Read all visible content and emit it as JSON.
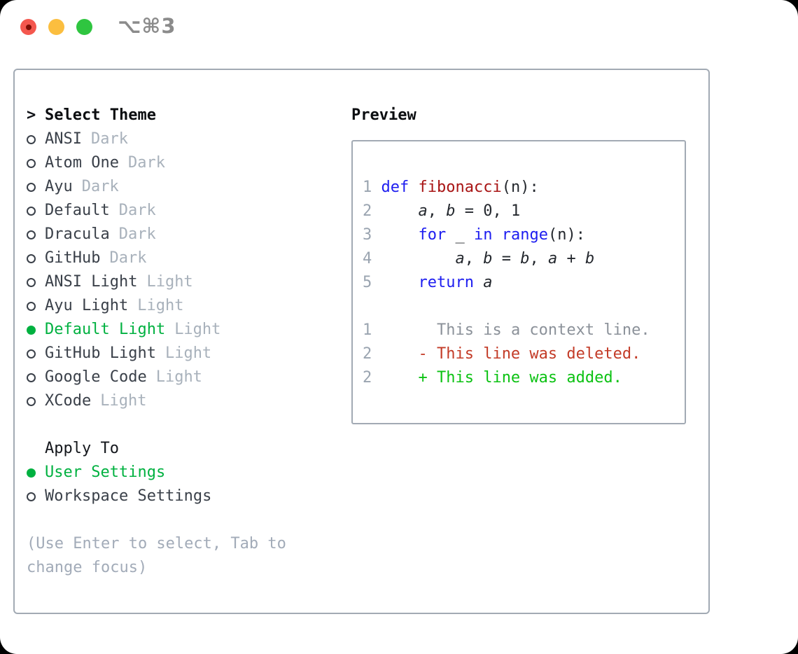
{
  "window": {
    "title": "⌥⌘3"
  },
  "colors": {
    "selection_green": "#00b140",
    "added_green": "#0cc213",
    "deleted_red": "#c33b27",
    "keyword_blue": "#1d1df0",
    "function_red": "#a81414",
    "dim_gray": "#a8b1bb",
    "traffic_red": "#f4574e",
    "traffic_yellow": "#fbbe3f",
    "traffic_green": "#2fc540"
  },
  "left": {
    "header": {
      "prefix": ">",
      "label": "Select Theme"
    },
    "themes": [
      {
        "name": "ANSI",
        "variant": "Dark",
        "selected": false
      },
      {
        "name": "Atom One",
        "variant": "Dark",
        "selected": false
      },
      {
        "name": "Ayu",
        "variant": "Dark",
        "selected": false
      },
      {
        "name": "Default",
        "variant": "Dark",
        "selected": false
      },
      {
        "name": "Dracula",
        "variant": "Dark",
        "selected": false
      },
      {
        "name": "GitHub",
        "variant": "Dark",
        "selected": false
      },
      {
        "name": "ANSI Light",
        "variant": "Light",
        "selected": false
      },
      {
        "name": "Ayu Light",
        "variant": "Light",
        "selected": false
      },
      {
        "name": "Default Light",
        "variant": "Light",
        "selected": true
      },
      {
        "name": "GitHub Light",
        "variant": "Light",
        "selected": false
      },
      {
        "name": "Google Code",
        "variant": "Light",
        "selected": false
      },
      {
        "name": "XCode",
        "variant": "Light",
        "selected": false
      }
    ],
    "apply_to": {
      "header": "Apply To",
      "options": [
        {
          "label": "User Settings",
          "selected": true
        },
        {
          "label": "Workspace Settings",
          "selected": false
        }
      ]
    },
    "hint": "(Use Enter to select, Tab to\nchange focus)"
  },
  "preview": {
    "header": "Preview",
    "code_lines": [
      {
        "num": "1",
        "segs": [
          [
            "def ",
            "kw"
          ],
          [
            "fibonacci",
            "fn"
          ],
          [
            "(n):",
            "pl"
          ]
        ]
      },
      {
        "num": "2",
        "segs": [
          [
            "    ",
            "pl"
          ],
          [
            "a",
            "var"
          ],
          [
            ", ",
            "pl"
          ],
          [
            "b",
            "var"
          ],
          [
            " = ",
            "pl"
          ],
          [
            "0, 1",
            "pl"
          ]
        ]
      },
      {
        "num": "3",
        "segs": [
          [
            "    ",
            "pl"
          ],
          [
            "for",
            "kw"
          ],
          [
            " _ ",
            "pl"
          ],
          [
            "in",
            "kw"
          ],
          [
            " ",
            "pl"
          ],
          [
            "range",
            "kw"
          ],
          [
            "(n):",
            "pl"
          ]
        ]
      },
      {
        "num": "4",
        "segs": [
          [
            "        ",
            "pl"
          ],
          [
            "a",
            "var"
          ],
          [
            ", ",
            "pl"
          ],
          [
            "b",
            "var"
          ],
          [
            " = ",
            "pl"
          ],
          [
            "b",
            "var"
          ],
          [
            ", ",
            "pl"
          ],
          [
            "a",
            "var"
          ],
          [
            " + ",
            "pl"
          ],
          [
            "b",
            "var"
          ]
        ]
      },
      {
        "num": "5",
        "segs": [
          [
            "    ",
            "pl"
          ],
          [
            "return",
            "kw"
          ],
          [
            " ",
            "pl"
          ],
          [
            "a",
            "var"
          ]
        ]
      },
      {
        "num": "",
        "segs": []
      },
      {
        "num": "1",
        "segs": [
          [
            "      ",
            "pl"
          ],
          [
            "This is a context line.",
            "ctx"
          ]
        ]
      },
      {
        "num": "2",
        "segs": [
          [
            "    ",
            "pl"
          ],
          [
            "- This line was deleted.",
            "del"
          ]
        ]
      },
      {
        "num": "2",
        "segs": [
          [
            "    ",
            "pl"
          ],
          [
            "+ This line was added.",
            "add"
          ]
        ]
      }
    ]
  }
}
